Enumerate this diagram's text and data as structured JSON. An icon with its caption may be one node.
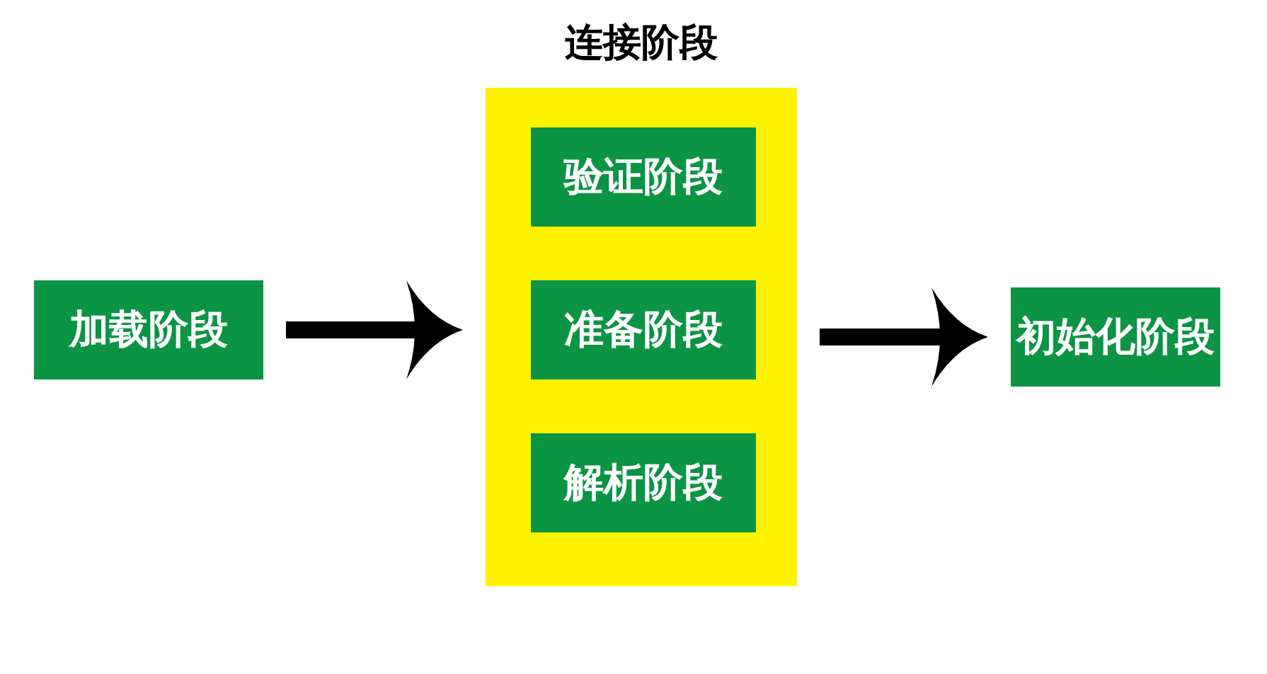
{
  "diagram": {
    "nodes": [
      {
        "text": [
          "加载阶段"
        ]
      },
      {
        "text": [
          "连接阶段"
        ]
      },
      {
        "text": [
          "验证阶段"
        ],
        "in": 1
      },
      {
        "text": [
          "准备阶段"
        ],
        "in": 1
      },
      {
        "text": [
          "解析阶段"
        ],
        "in": 1
      },
      {
        "text": [
          "初始化阶段"
        ]
      }
    ],
    "edges": [
      {
        "from": 0,
        "to": 1,
        "arrow": "to"
      },
      {
        "from": 1,
        "to": 5,
        "arrow": "to"
      }
    ]
  }
}
